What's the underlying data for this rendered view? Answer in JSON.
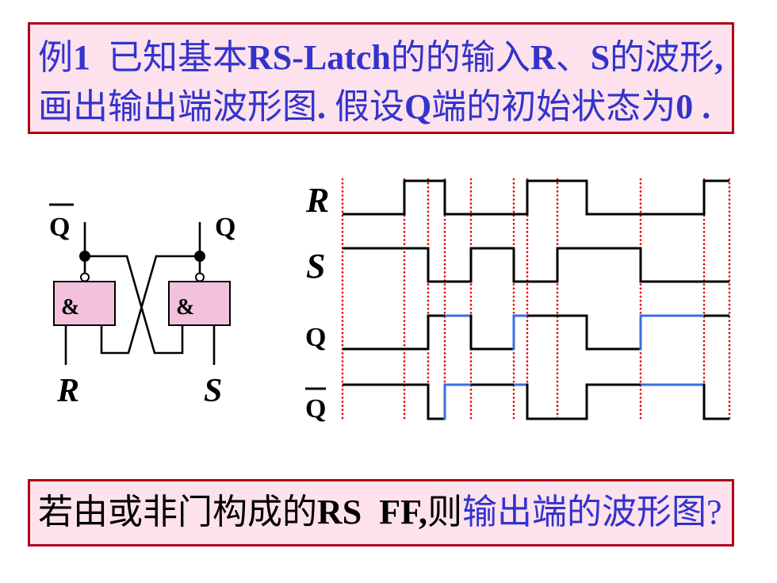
{
  "colors": {
    "box_border": "#b00018",
    "box_fill": "#fde2ed",
    "gate_fill": "#f3c1dc",
    "text_blue": "#3333cc",
    "marker_red": "#e60000",
    "highlight_blue": "#3a6de0"
  },
  "problem": {
    "line1": [
      "例",
      "1",
      "  已知基本",
      "RS-Latch",
      "的的输入",
      "R",
      "、",
      "S",
      "的波形",
      ","
    ],
    "line2": [
      "画出输出端波形图",
      ". ",
      "假设",
      "Q",
      "端的初始状态为",
      "0",
      " ."
    ]
  },
  "circuit": {
    "q_bar_label": "Q",
    "q_label": "Q",
    "left_gate_symbol": "&",
    "right_gate_symbol": "&",
    "r_input_label": "R",
    "s_input_label": "S"
  },
  "timing": {
    "labels": {
      "r": "R",
      "s": "S",
      "q": "Q",
      "q_bar": "Q"
    },
    "signals": {
      "r": {
        "levels": [
          0,
          1,
          1,
          0,
          0,
          0,
          1,
          1,
          0,
          0,
          1
        ]
      },
      "s": {
        "levels": [
          1,
          1,
          0,
          0,
          1,
          0,
          0,
          1,
          1,
          0,
          0
        ]
      },
      "q": {
        "levels": [
          0,
          0,
          1,
          1,
          0,
          1,
          1,
          1,
          0,
          1,
          1
        ],
        "highlight_intervals": [
          3,
          5,
          9
        ]
      },
      "q_bar": {
        "levels": [
          1,
          1,
          0,
          1,
          1,
          1,
          0,
          0,
          1,
          1,
          0
        ],
        "highlight_intervals": [
          3,
          5,
          9
        ]
      }
    },
    "marker_boundaries": [
      0,
      1,
      2,
      3,
      4,
      5,
      6,
      7,
      9,
      10,
      11
    ]
  },
  "question": [
    "若由或非门构成的",
    "RS  FF,",
    "则",
    "输出端的波形图?"
  ]
}
